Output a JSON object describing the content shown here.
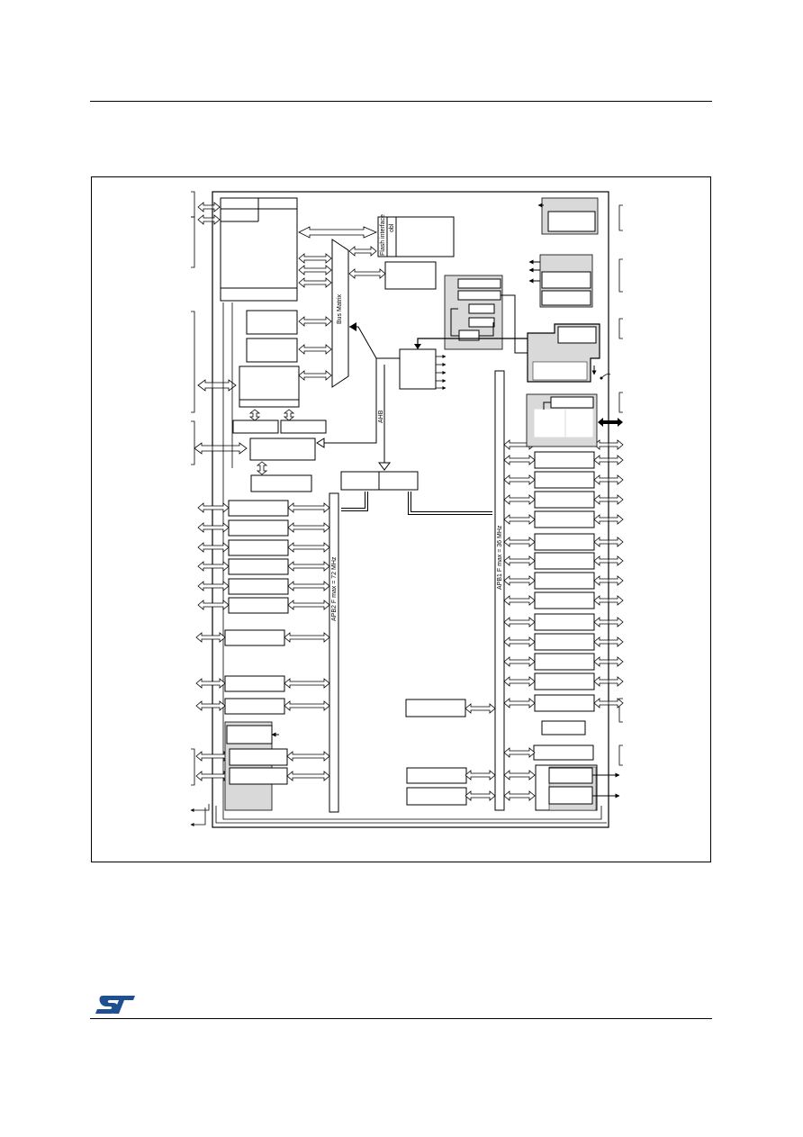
{
  "diagram": {
    "bus_matrix_label": "Bus Matrix",
    "flash_interface_label": "Flash interface",
    "flash_obl_label": "obl",
    "ahb_label": "AHB",
    "apb2_label": "APB2  F max = 72 MHz",
    "apb1_label": "APB1  F max = 36 MHz"
  },
  "brand": {
    "logo_icon": "st-logo-icon",
    "logo_color": "#1d4f91"
  }
}
